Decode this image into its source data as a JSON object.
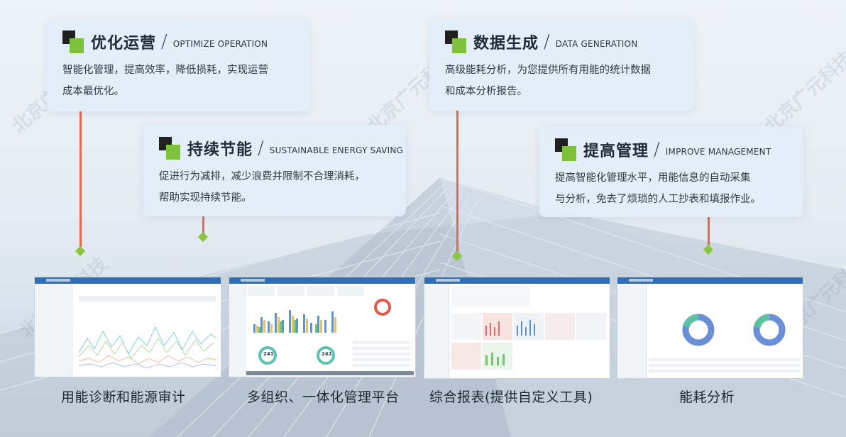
{
  "cards": [
    {
      "title": "优化运营",
      "subtitle": "OPTIMIZE OPERATION",
      "line1": "智能化管理，提高效率，降低损耗，实现运营",
      "line2": "成本最优化。"
    },
    {
      "title": "持续节能",
      "subtitle": "SUSTAINABLE ENERGY SAVING",
      "line1": "促进行为减排，减少浪费并限制不合理消耗，",
      "line2": "帮助实现持续节能。"
    },
    {
      "title": "数据生成",
      "subtitle": "DATA GENERATION",
      "line1": "高级能耗分析，为您提供所有用能的统计数据",
      "line2": "和成本分析报告。"
    },
    {
      "title": "提高管理",
      "subtitle": "IMPROVE MANAGEMENT",
      "line1": "提高智能化管理水平，用能信息的自动采集",
      "line2": "与分析，免去了烦琐的人工抄表和填报作业。"
    }
  ],
  "captions": [
    "用能诊断和能源审计",
    "多组织、一体化管理平台",
    "综合报表(提供自定义工具)",
    "能耗分析"
  ],
  "watermark": "北京广元科技",
  "dashboard": {
    "badge1": "241",
    "badge2": "241"
  },
  "colors": {
    "accent_green": "#8cc63f",
    "line_orange": "#e8694a",
    "nav_blue": "#2f6fb8"
  }
}
